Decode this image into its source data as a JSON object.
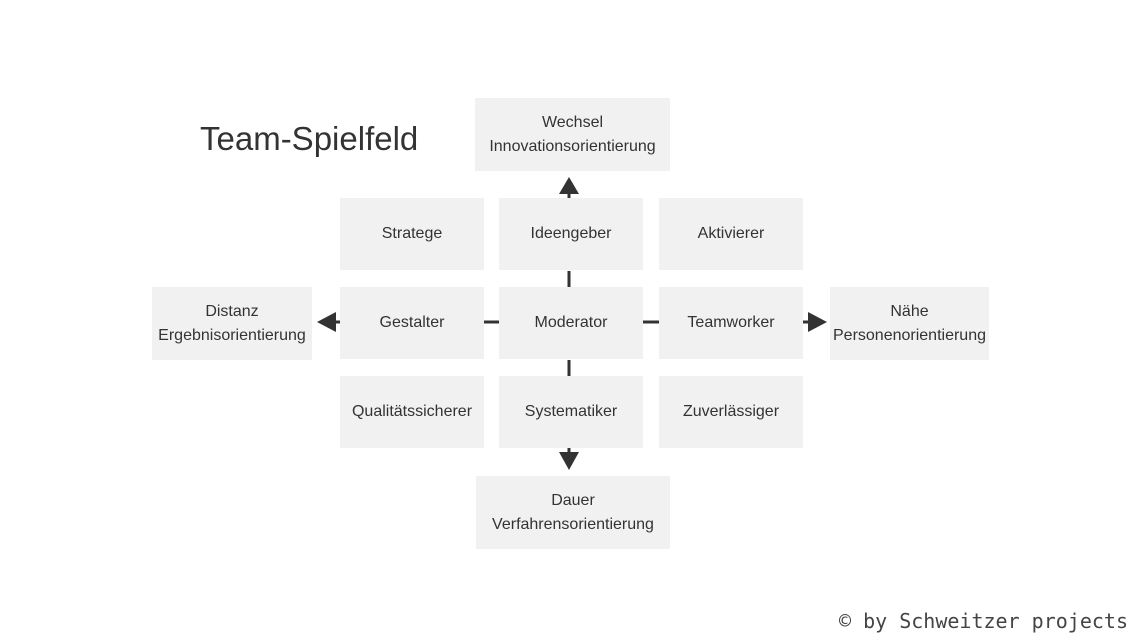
{
  "title": "Team-Spielfeld",
  "axes": {
    "top": {
      "line1": "Wechsel",
      "line2": "Innovationsorientierung"
    },
    "bottom": {
      "line1": "Dauer",
      "line2": "Verfahrensorientierung"
    },
    "left": {
      "line1": "Distanz",
      "line2": "Ergebnisorientierung"
    },
    "right": {
      "line1": "Nähe",
      "line2": "Personenorientierung"
    }
  },
  "roles": {
    "top_left": "Stratege",
    "top_center": "Ideengeber",
    "top_right": "Aktivierer",
    "middle_left": "Gestalter",
    "center": "Moderator",
    "middle_right": "Teamworker",
    "bottom_left": "Qualitätssicherer",
    "bottom_center": "Systematiker",
    "bottom_right": "Zuverlässiger"
  },
  "copyright": "© by Schweitzer projects",
  "colors": {
    "box_fill": "#f1f1f1",
    "text": "#333333",
    "connector": "#333333"
  }
}
